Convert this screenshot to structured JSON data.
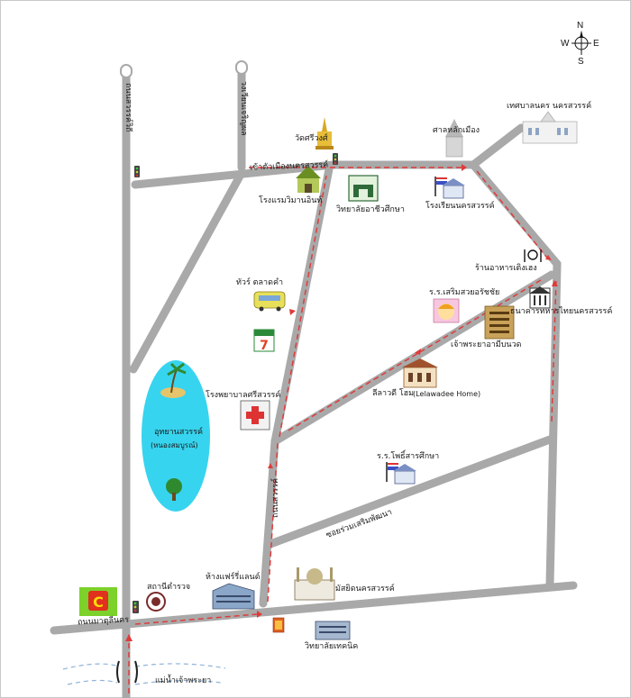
{
  "map": {
    "road_color": "#a9a9a9",
    "route_color": "#e03b3b",
    "water_color": "#37d4ef"
  },
  "compass": {
    "n": "N",
    "e": "E",
    "s": "S",
    "w": "W"
  },
  "roads": {
    "left_vertical": "ถนนสวรรค์วิถี",
    "top_vertical": "วงเวียนเจริญผล",
    "top_horizontal": "เข้าตัวเมืองนครสวรรค์",
    "bottom_horizontal": "ถนนมาตุลีนคร",
    "middle_vertical": "ถนนสวรรค์",
    "diagonal_lower": "ซอยร่วมเสริมพัฒนา"
  },
  "places": {
    "wat_sriwong": "วัดศรีวงศ์",
    "city_shrine": "ศาลหลักเมือง",
    "city_hall": "เทศบาลนคร นครสวรรค์",
    "hotel": "โรงแรมวิมานอินท์",
    "college": "วิทยาลัยอาชีวศึกษา",
    "school_nakhon": "โรงเรียนนครสวรรค์",
    "restaurant": "ร้านอาหารเติงเฮง",
    "tour": "ทัวร์ ตลาดคำ",
    "kindergarten": "ร.ร.เสริมสวยอรัชชัย",
    "bank": "ธนาคารทหารไทยนครสวรรค์",
    "prachachuen": "เจ้าพระยาอามีบนวด",
    "lelawadee": "ลีลาวดี โฮม",
    "lelawadee_en": "(Lelawadee Home)",
    "hospital": "โรงพยาบาลศรีสวรรค์",
    "park": "อุทยานสวรรค์",
    "park_sub": "(หนองสมบูรณ์)",
    "pholsuksa": "ร.ร.โพธิ์สารศึกษา",
    "bigc": "Big C",
    "police": "สถานีตำรวจ",
    "shophouse": "ห้างแฟร์รี่แลนด์",
    "mosque": "มัสยิดนครสวรรค์",
    "vtech": "วิทยาลัยเทคนิค",
    "river": "แม่น้ำเจ้าพระยา"
  },
  "icons": {
    "seven_eleven": "7-eleven-icon",
    "fork_knife": "restaurant-icon"
  }
}
